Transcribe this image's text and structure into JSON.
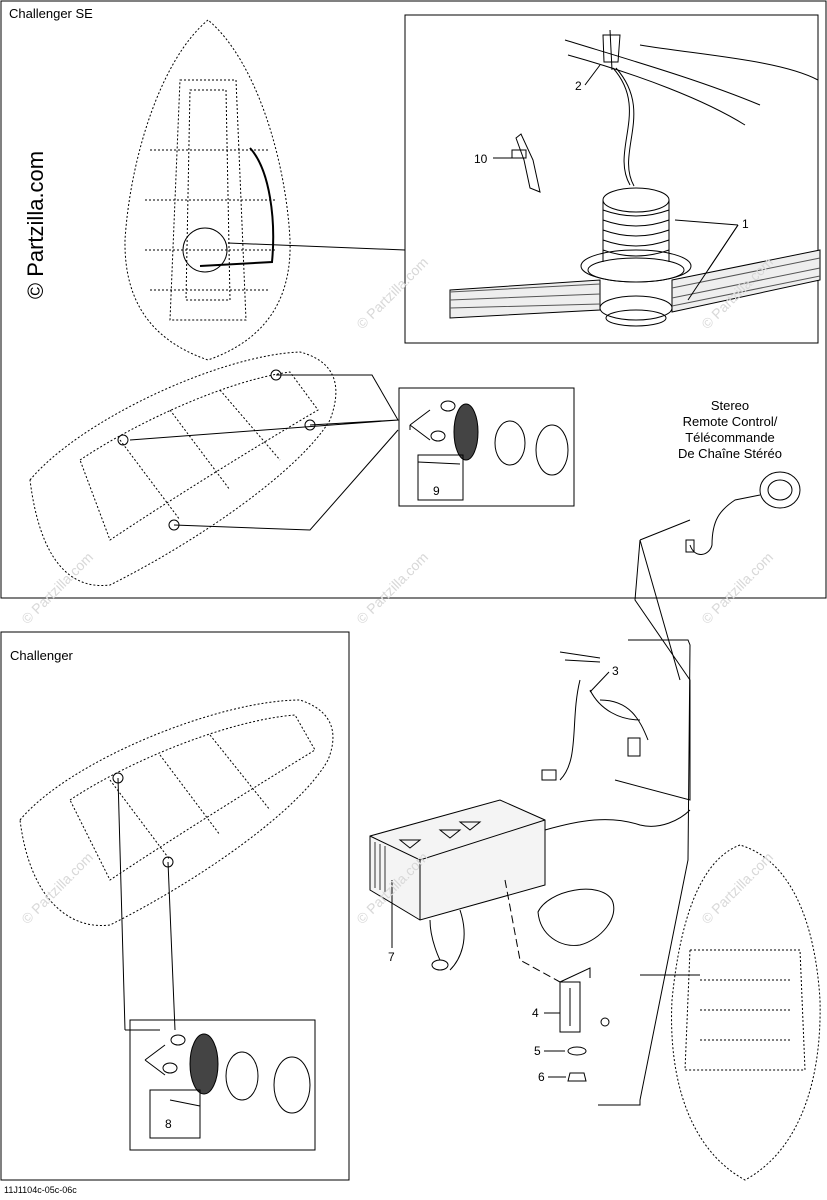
{
  "sections": {
    "top_title": "Challenger SE",
    "bottom_title": "Challenger"
  },
  "stereo_label": {
    "line1": "Stereo",
    "line2": "Remote Control/",
    "line3": "Télécommande",
    "line4": "De Chaîne Stéréo"
  },
  "callouts": {
    "c1": "1",
    "c2": "2",
    "c3": "3",
    "c4": "4",
    "c5": "5",
    "c6": "6",
    "c7": "7",
    "c8": "8",
    "c9": "9",
    "c10": "10"
  },
  "watermark": {
    "text": "© Partzilla.com",
    "side_text": "© Partzilla.com"
  },
  "footer": {
    "drawing_code": "11J1104c-05c-06c"
  }
}
